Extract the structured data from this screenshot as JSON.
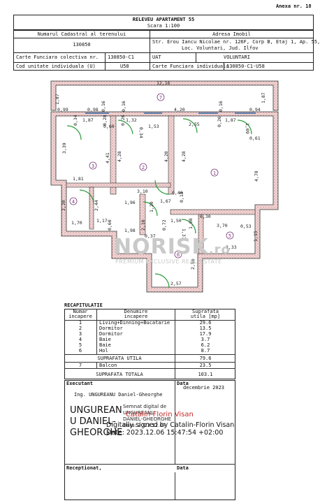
{
  "header": {
    "annex": "Anexa nr. 18",
    "title": "RELEVEU   APARTAMENT 55",
    "scale": "Scara 1:100",
    "cadastral_label": "Numarul Cadastral al terenului",
    "cadastral_value": "130850",
    "address_label": "Adresa Imobil",
    "address_line1": "Str. Erou Iancu Nicolae nr. 126F, Corp B, Etaj 1, Ap. 55,",
    "address_line2": "Loc. Voluntari, Jud. Ilfov",
    "cf_collective_label": "Carte Funciara colectiva nr.",
    "cf_collective_value": "130850-C1",
    "uat_label": "UAT",
    "uat_value": "VOLUNTARI",
    "unit_code_label": "Cod unitate individuala (U)",
    "unit_code_value": "U58",
    "cf_individual_label": "Carte Funciara individuala",
    "cf_individual_value": "130850-C1-U58"
  },
  "plan": {
    "dims": {
      "top": "12,16",
      "left_top": "1,87",
      "right_top": "1,87",
      "d099": "0,99",
      "d098": "0,98",
      "d016a": "0,16",
      "d016b": "0,16",
      "d420a": "4,20",
      "d016c": "0,16",
      "d094": "0,94",
      "d034": "0,34",
      "d187a": "1,87",
      "d028": "0,28",
      "d060": "0,60",
      "d026": "0,26",
      "d132": "1,32",
      "d0_34": "0,34",
      "d153": "1,53",
      "d255": "2,55",
      "d026b": "0,26",
      "d187b": "1,87",
      "d109": "1,09",
      "d061": "0,61",
      "d339": "3,39",
      "d441": "4,41",
      "d428a": "4,28",
      "d428b": "4,28",
      "d420b": "4,20",
      "d478": "4,78",
      "d181": "1,81",
      "d310": "3,10",
      "d040": "0,40",
      "d013": "0,13",
      "d220": "2,20",
      "d244": "2,44",
      "d196": "1,96",
      "d167": "1,67",
      "d120": "1,20",
      "d630": "6,30",
      "d170": "1,70",
      "d117": "1,17",
      "d060b": "0,60",
      "d198": "1,98",
      "d210": "2,10",
      "d150": "1,50",
      "d072": "0,72",
      "d037": "0,37",
      "d370": "3,70",
      "d053": "0,53",
      "d115": "1,15",
      "d333": "3,33",
      "d108": "1,08",
      "d257": "2,57",
      "d250": "2,50",
      "d137": "1,37"
    },
    "rooms": [
      "1",
      "2",
      "3",
      "4",
      "5",
      "6",
      "7"
    ]
  },
  "watermark": {
    "brand": "NORISK",
    "brand_suffix": ".ro",
    "tagline": "PREMIUM EXCLUSIVE REAL ESTATE"
  },
  "recap": {
    "title": "RECAPITULATIE",
    "col_nr": "Numar",
    "col_nr2": "incapere",
    "col_name": "Denumire",
    "col_name2": "incapere",
    "col_area": "Suprafata",
    "col_area2": "utila [mp]",
    "rows": [
      {
        "nr": "1",
        "name": "Living+Dinning+Bucatarie",
        "area": "29.6"
      },
      {
        "nr": "2",
        "name": "Dormitor",
        "area": "13.5"
      },
      {
        "nr": "3",
        "name": "Dormitor",
        "area": "17.9"
      },
      {
        "nr": "4",
        "name": "Baie",
        "area": "3.7"
      },
      {
        "nr": "5",
        "name": "Baie",
        "area": "6.2"
      },
      {
        "nr": "6",
        "name": "Hol",
        "area": "8.7"
      }
    ],
    "useful_label": "SUPRAFATA UTILA",
    "useful_value": "79.6",
    "balcony_nr": "7",
    "balcony_name": "Balcon",
    "balcony_area": "23.5",
    "total_label": "SUPRAFATA TOTALA",
    "total_value": "103.1"
  },
  "footer": {
    "executant_label": "Executant",
    "executant_name": "Ing. UNGUREANU Daniel-Gheorghe",
    "date_label": "Data",
    "date_value": "decembrie 2023",
    "sig_name_big_1": "UNGUREAN",
    "sig_name_big_2": "U DANIEL-",
    "sig_name_big_3": "GHEORGHE",
    "sig_small_1": "Semnat digital de",
    "sig_small_2": "UNGUREANU",
    "sig_small_3": "DANIEL-GHEORGHE",
    "sig_small_4": "Data: 2023.12.07",
    "sig_red": "Catalin-Florin Visan",
    "sig_digital_1": "Digitally signed by Catalin-Florin Visan",
    "sig_digital_2": "Date: 2023.12.06 15:47:54 +02:00",
    "receptionat_label": "Receptionat,",
    "date2_label": "Data"
  },
  "colors": {
    "wall_fill": "#e9c9c9",
    "door_arc": "#2e9b3a",
    "window": "#5a7fb0",
    "room_marker": "#7a3a7a",
    "stamp_red": "#c42a2a"
  }
}
